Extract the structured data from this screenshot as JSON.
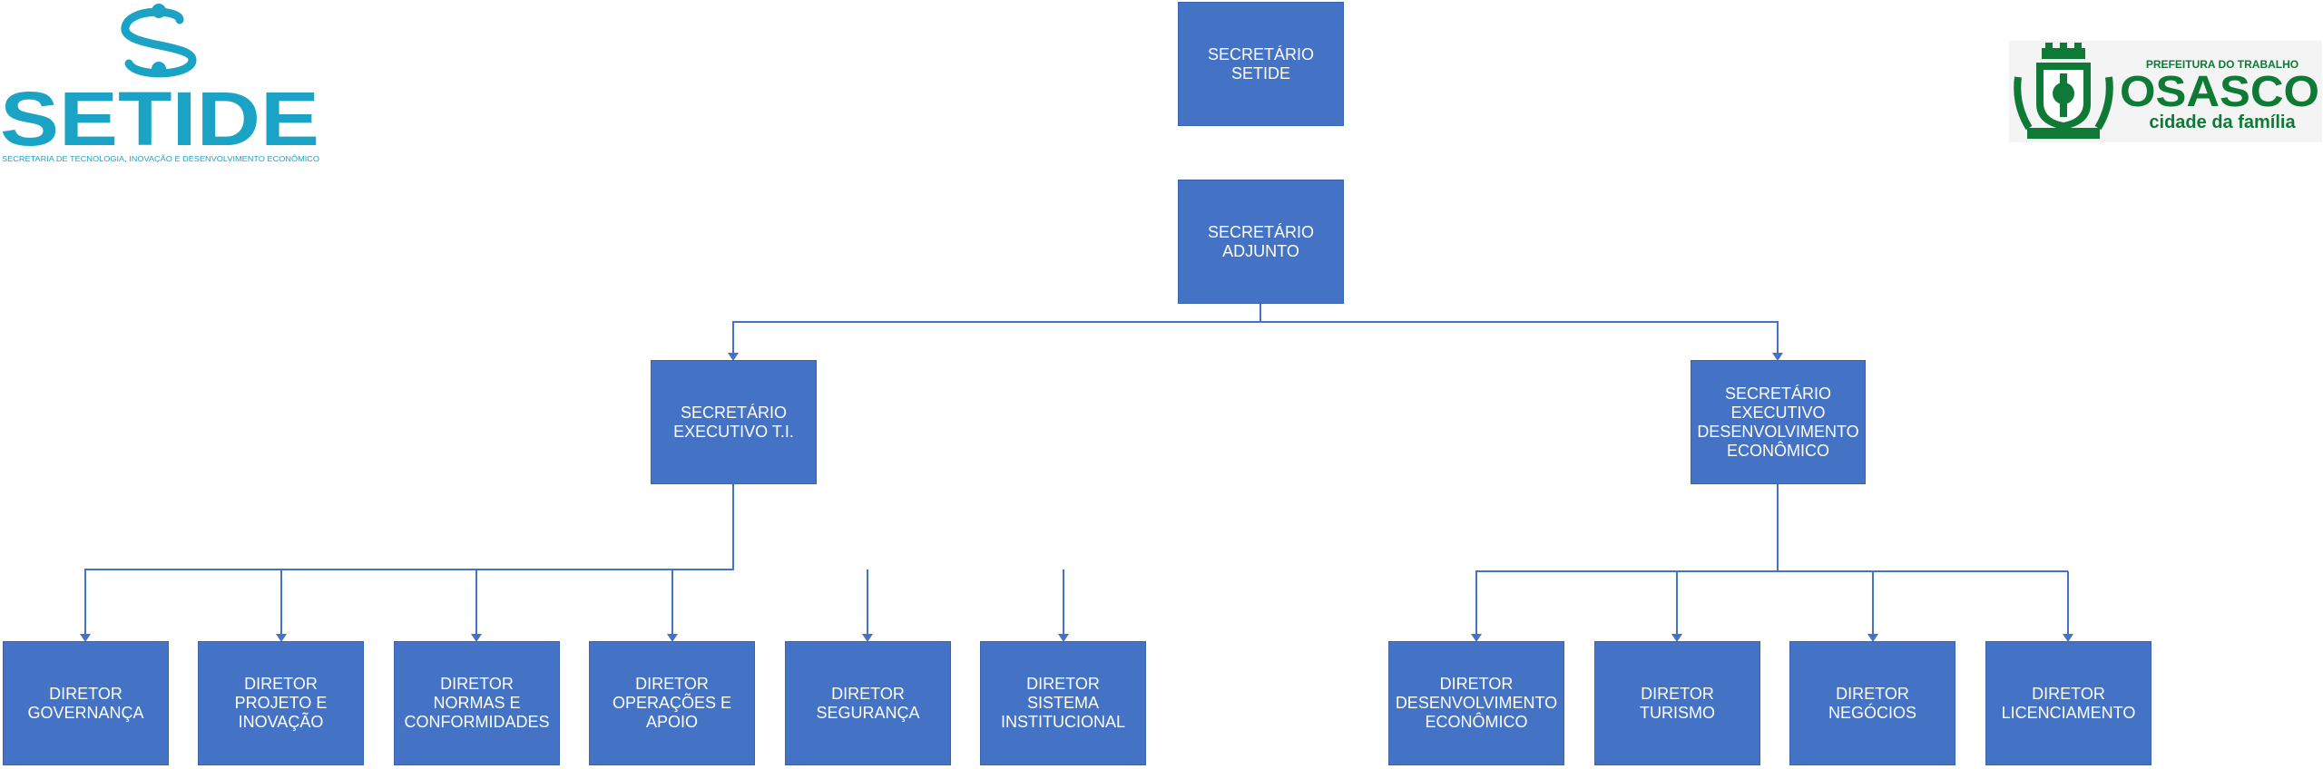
{
  "colors": {
    "box": "#4472C4",
    "line": "#4472C4",
    "setide_teal": "#1BA3C6",
    "osasco_green": "#0E7A35"
  },
  "logos": {
    "setide": {
      "icon": "setide-s-icon",
      "name": "SETIDE",
      "tagline": "SECRETARIA DE TECNOLOGIA, INOVAÇÃO E DESENVOLVIMENTO ECONÔMICO"
    },
    "osasco": {
      "icon": "coat-of-arms-icon",
      "top": "PREFEITURA DO TRABALHO",
      "name": "OSASCO",
      "tagline": "cidade da família"
    }
  },
  "org": {
    "secretario": "SECRETÁRIO\nSETIDE",
    "adjunto": "SECRETÁRIO\nADJUNTO",
    "exec_ti": "SECRETÁRIO\nEXECUTIVO T.I.",
    "exec_de": "SECRETÁRIO\nEXECUTIVO\nDESENVOLVIMENTO\nECONÔMICO",
    "d_gov": "DIRETOR\nGOVERNANÇA",
    "d_proj": "DIRETOR\nPROJETO E\nINOVAÇÃO",
    "d_norm": "DIRETOR\nNORMAS E\nCONFORMIDADES",
    "d_oper": "DIRETOR\nOPERAÇÕES E\nAPOIO",
    "d_seg": "DIRETOR\nSEGURANÇA",
    "d_sis": "DIRETOR\nSISTEMA\nINSTITUCIONAL",
    "d_dev": "DIRETOR\nDESENVOLVIMENTO\nECONÔMICO",
    "d_tur": "DIRETOR\nTURISMO",
    "d_neg": "DIRETOR\nNEGÓCIOS",
    "d_lic": "DIRETOR\nLICENCIAMENTO"
  }
}
